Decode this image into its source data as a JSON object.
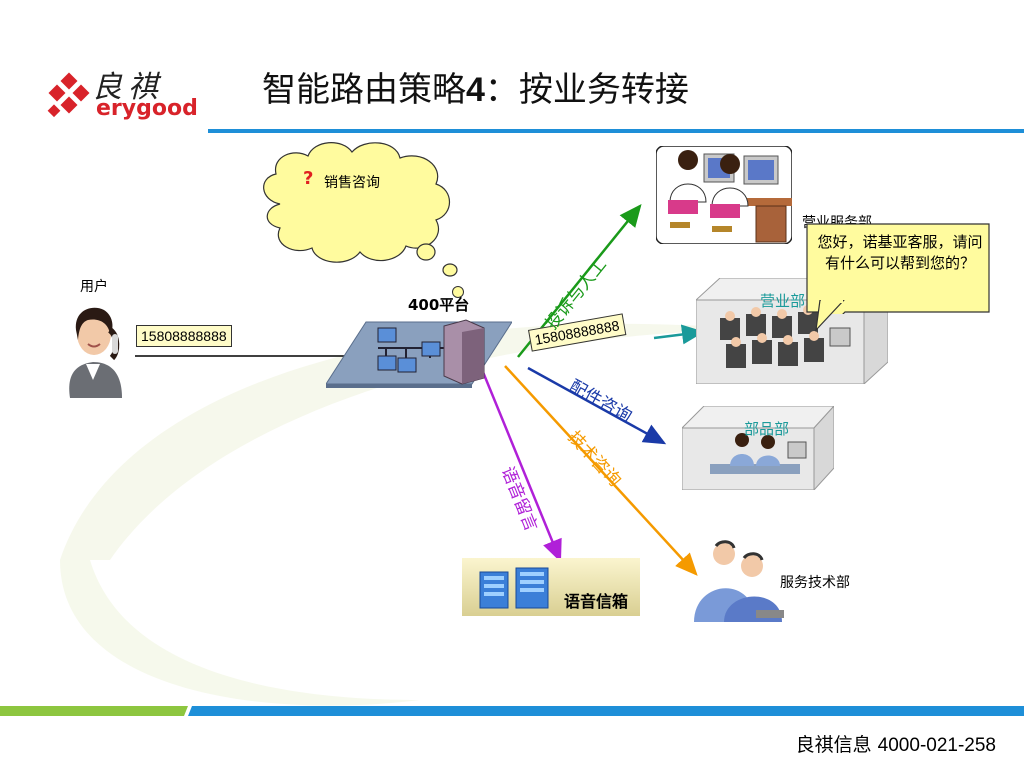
{
  "header": {
    "logo_cn": "良祺",
    "logo_en": "erygood",
    "title_main": "智能路由策略",
    "title_number": "4",
    "title_rest": "：按业务转接"
  },
  "user": {
    "label": "用户",
    "phone": "15808888888"
  },
  "cloud": {
    "mark": "?",
    "text": "销售咨询"
  },
  "platform": {
    "label": "400平台",
    "phone": "15808888888"
  },
  "routes": {
    "complaint": "投诉与人工",
    "parts": "配件咨询",
    "tech": "技术咨询",
    "voicemail": "语音留言"
  },
  "departments": {
    "business_service": "营业服务部",
    "business": "营业部",
    "parts": "部品部",
    "tech_service": "服务技术部",
    "voice_box": "语音信箱"
  },
  "speech_bubble": {
    "text": "您好，诺基亚客服，请问有什么可以帮到您的？"
  },
  "footer": {
    "company": "良祺信息",
    "phone": "4000-021-258"
  },
  "colors": {
    "complaint": "#1a9a1a",
    "business": "#1a9a9a",
    "parts": "#1a3aa8",
    "tech": "#f59a00",
    "voicemail": "#b020d8",
    "header_rule": "#1e8fd8",
    "footer_green": "#8dc63f",
    "footer_blue": "#1e8fd8",
    "logo_red": "#d8232a"
  }
}
